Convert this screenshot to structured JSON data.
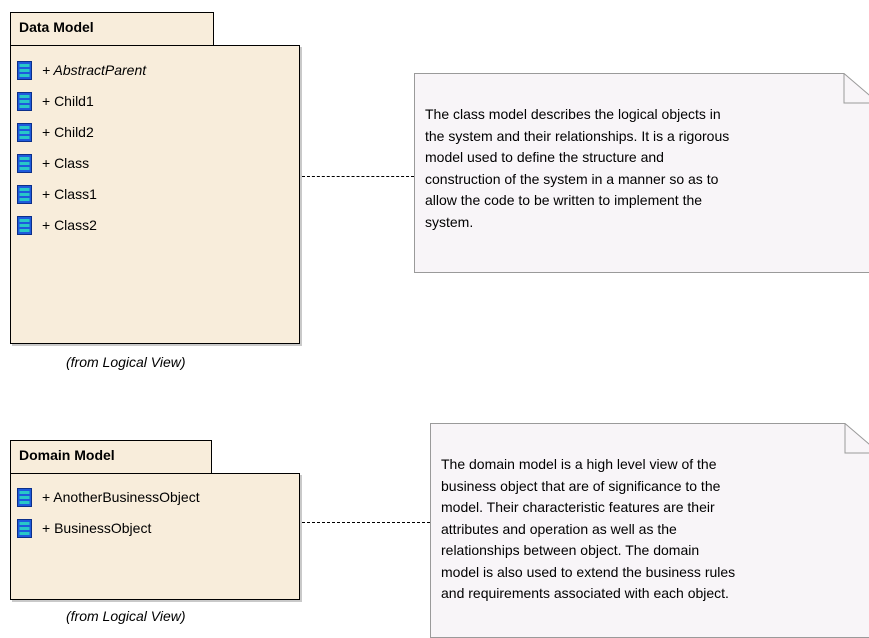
{
  "packages": [
    {
      "title": "Data Model",
      "items": [
        {
          "label": "+ AbstractParent",
          "italic": true
        },
        {
          "label": "+ Child1",
          "italic": false
        },
        {
          "label": "+ Child2",
          "italic": false
        },
        {
          "label": "+ Class",
          "italic": false
        },
        {
          "label": "+ Class1",
          "italic": false
        },
        {
          "label": "+ Class2",
          "italic": false
        }
      ],
      "caption": "(from Logical View)"
    },
    {
      "title": "Domain Model",
      "items": [
        {
          "label": "+ AnotherBusinessObject",
          "italic": false
        },
        {
          "label": "+ BusinessObject",
          "italic": false
        }
      ],
      "caption": "(from Logical View)"
    }
  ],
  "notes": [
    {
      "text": "The class model describes the logical objects in\nthe system and their relationships. It is a rigorous\nmodel used to define the structure and\nconstruction of the system in a manner so as to\nallow the code to be written to implement the\nsystem."
    },
    {
      "text": "The domain model is a high level view of the\nbusiness object that are of significance to the\nmodel. Their characteristic features are their\nattributes and operation as well as the\nrelationships between object. The domain\nmodel is also used to extend the business rules\nand requirements associated with each object."
    }
  ],
  "colors": {
    "package_fill": "#f8eddb",
    "note_fill": "#f8f5f8",
    "class_icon_blue": "#1e5adc",
    "class_icon_teal": "#28c8c8"
  },
  "icon_names": [
    "class-icon"
  ]
}
